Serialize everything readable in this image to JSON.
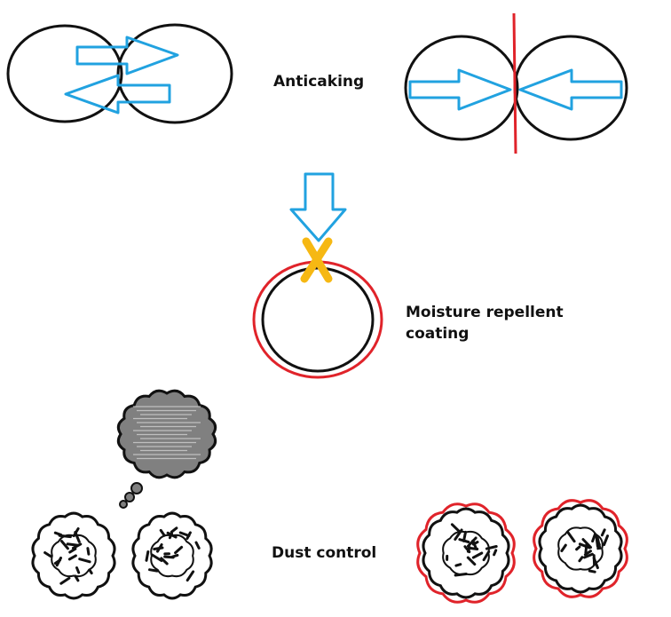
{
  "labels": {
    "anticaking": "Anticaking",
    "moisture_line1": "Moisture repellent",
    "moisture_line2": "coating",
    "dust_control": "Dust control"
  },
  "colors": {
    "outline": "#111111",
    "arrow": "#21a2e0",
    "barrier": "#e0232a",
    "cross": "#f6b813",
    "cloud_fill": "#808080"
  },
  "icons": {
    "arrow": "arrow-icon",
    "cross": "x-mark-icon",
    "dust": "dust-cloud-icon"
  }
}
